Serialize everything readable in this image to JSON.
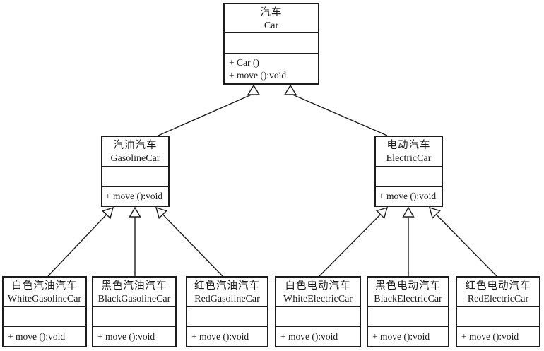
{
  "diagram": {
    "kind": "uml-class-diagram",
    "colors": {
      "line": "#1c1c1c",
      "background": "#ffffff",
      "box_fill": "#ffffff"
    },
    "classes": [
      {
        "id": "car",
        "name_zh": "汽车",
        "name_en": "Car",
        "attributes": [],
        "operations": [
          "+ Car ()",
          "+ move ():void"
        ]
      },
      {
        "id": "gasoline-car",
        "name_zh": "汽油汽车",
        "name_en": "GasolineCar",
        "attributes": [],
        "operations": [
          "+ move ():void"
        ]
      },
      {
        "id": "electric-car",
        "name_zh": "电动汽车",
        "name_en": "ElectricCar",
        "attributes": [],
        "operations": [
          "+ move ():void"
        ]
      },
      {
        "id": "white-gasoline-car",
        "name_zh": "白色汽油汽车",
        "name_en": "WhiteGasolineCar",
        "attributes": [],
        "operations": [
          "+ move ():void"
        ]
      },
      {
        "id": "black-gasoline-car",
        "name_zh": "黑色汽油汽车",
        "name_en": "BlackGasolineCar",
        "attributes": [],
        "operations": [
          "+ move ():void"
        ]
      },
      {
        "id": "red-gasoline-car",
        "name_zh": "红色汽油汽车",
        "name_en": "RedGasolineCar",
        "attributes": [],
        "operations": [
          "+ move ():void"
        ]
      },
      {
        "id": "white-electric-car",
        "name_zh": "白色电动汽车",
        "name_en": "WhiteElectricCar",
        "attributes": [],
        "operations": [
          "+ move ():void"
        ]
      },
      {
        "id": "black-electric-car",
        "name_zh": "黑色电动汽车",
        "name_en": "BlackElectricCar",
        "attributes": [],
        "operations": [
          "+ move ():void"
        ]
      },
      {
        "id": "red-electric-car",
        "name_zh": "红色电动汽车",
        "name_en": "RedElectricCar",
        "attributes": [],
        "operations": [
          "+ move ():void"
        ]
      }
    ],
    "relationships": [
      {
        "from": "GasolineCar",
        "to": "Car",
        "type": "generalization"
      },
      {
        "from": "ElectricCar",
        "to": "Car",
        "type": "generalization"
      },
      {
        "from": "WhiteGasolineCar",
        "to": "GasolineCar",
        "type": "generalization"
      },
      {
        "from": "BlackGasolineCar",
        "to": "GasolineCar",
        "type": "generalization"
      },
      {
        "from": "RedGasolineCar",
        "to": "GasolineCar",
        "type": "generalization"
      },
      {
        "from": "WhiteElectricCar",
        "to": "ElectricCar",
        "type": "generalization"
      },
      {
        "from": "BlackElectricCar",
        "to": "ElectricCar",
        "type": "generalization"
      },
      {
        "from": "RedElectricCar",
        "to": "ElectricCar",
        "type": "generalization"
      }
    ]
  }
}
